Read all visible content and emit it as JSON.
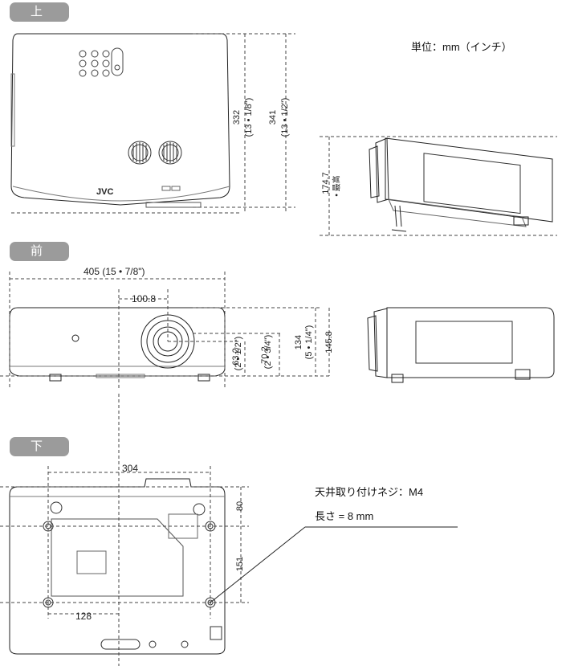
{
  "sections": {
    "top": "上",
    "front": "前",
    "bottom": "下"
  },
  "unit_label": "単位：mm（インチ）",
  "brand": "JVC",
  "top_view": {
    "depth_body": "332",
    "depth_body_in": "(13 • 1/8\")",
    "depth_total": "341",
    "depth_total_in": "(13 • 1/2\")"
  },
  "side_view": {
    "max_height": "174.7",
    "max_height_note": "• 最高"
  },
  "front_view": {
    "width": "405 (15 • 7/8\")",
    "lens_offset": "100.8",
    "lens_center": "63.2",
    "lens_center_in": "(2 • 1/2\")",
    "lens_top": "70.2",
    "lens_top_in": "(2 • 3/4\")",
    "body_height": "134",
    "body_height_in": "(5 • 1/4\")",
    "total_height": "145.8"
  },
  "bottom_view": {
    "mount_width": "304",
    "mount_front": "80",
    "mount_depth": "151",
    "mount_left": "128",
    "screw_label": "天井取り付けネジ：M4",
    "screw_length": "長さ = 8 mm"
  }
}
